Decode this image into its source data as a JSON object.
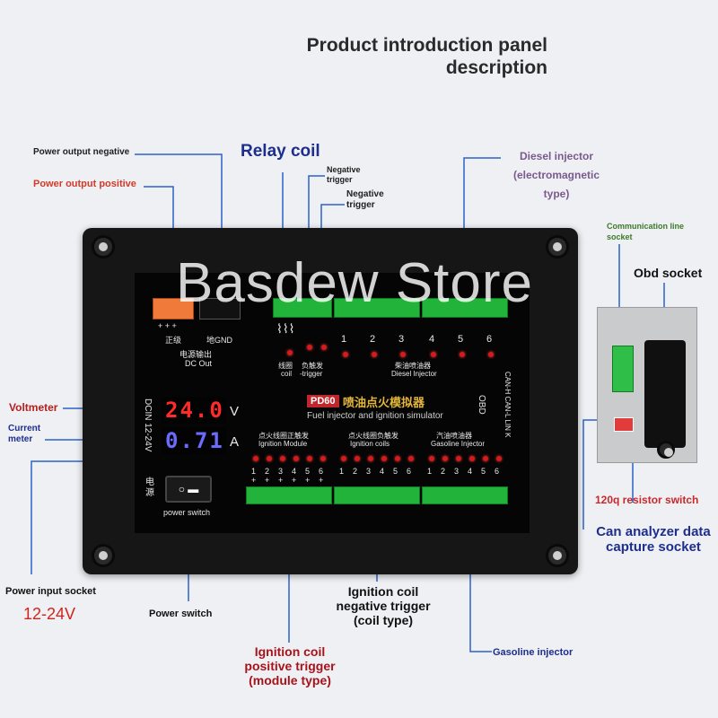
{
  "title": {
    "line1": "Product introduction panel",
    "line2": "description"
  },
  "watermark": "Basdew Store",
  "callouts": {
    "power_output_negative": "Power output negative",
    "power_output_positive": "Power output positive",
    "relay_coil": "Relay coil",
    "negative_trigger_1": "Negative trigger",
    "negative_trigger_2": "Negative trigger",
    "diesel_injector": "Diesel injector (electromagnetic type)",
    "communication_line_socket": "Communication line socket",
    "obd_socket": "Obd socket",
    "voltmeter": "Voltmeter",
    "current_meter": "Current meter",
    "power_input_socket": "Power input socket",
    "voltage_range": "12-24V",
    "power_switch": "Power switch",
    "ignition_coil_negative": "Ignition coil negative trigger (coil type)",
    "ignition_coil_positive": "Ignition coil positive trigger (module type)",
    "gasoline_injector": "Gasoline injector",
    "resistor_switch": "120q resistor switch",
    "can_analyzer": "Can analyzer data capture socket"
  },
  "panel": {
    "model": "PD60",
    "name_cn": "喷油点火模拟器",
    "name_en": "Fuel injector and ignition simulator",
    "dc_out_cn": "电源输出",
    "dc_out_en": "DC Out",
    "pos_label": "正级",
    "gnd_label": "地GND",
    "plus_marks": "+ + +",
    "coil_cn": "线圈",
    "coil_en": "coil",
    "neg_trigger_cn": "负触发",
    "neg_trigger_en": "-trigger",
    "diesel_cn": "柴油喷油器",
    "diesel_en": "Diesel Injector",
    "diesel_numbers": [
      "1",
      "2",
      "3",
      "4",
      "5",
      "6"
    ],
    "obd_label": "OBD",
    "can_label": "CAN-H CAN-L LIN K",
    "dc_in": "DCIN 12-24V",
    "voltage_reading": "24.0",
    "voltage_unit": "V",
    "current_reading": "0.71",
    "current_unit": "A",
    "power_cn": "电源",
    "power_switch_label": "power switch",
    "ign_module_cn": "点火线圈正触发",
    "ign_module_en": "Ignition Module",
    "ign_coils_cn": "点火线圈负触发",
    "ign_coils_en": "Ignition coils",
    "gas_inj_cn": "汽油喷油器",
    "gas_inj_en": "Gasoline Injector",
    "channel_numbers": [
      "1",
      "2",
      "3",
      "4",
      "5",
      "6"
    ],
    "channel_signs": [
      "+",
      "+",
      "+",
      "+",
      "+",
      "+"
    ]
  },
  "colors": {
    "display_red": "#ff2a2a",
    "display_blue": "#6b6bff",
    "terminal_green": "#22b33a",
    "callout_line": "#2b63c9"
  }
}
